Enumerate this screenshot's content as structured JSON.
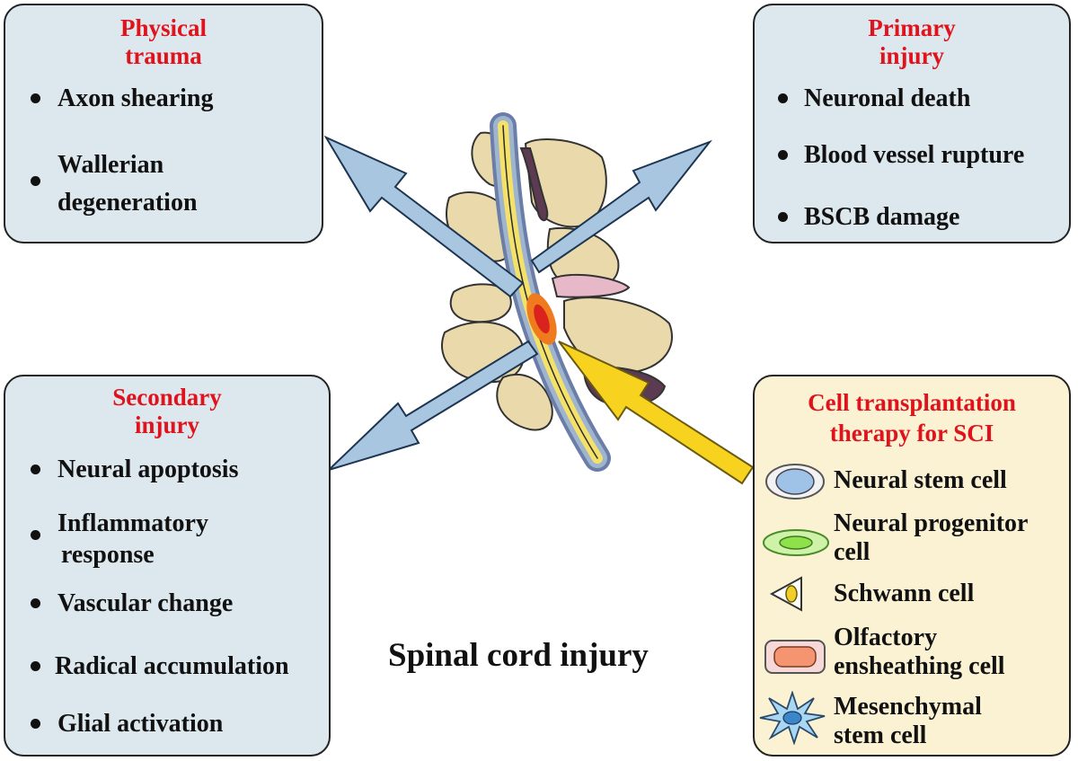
{
  "center_title": "Spinal cord injury",
  "panels": {
    "physical_trauma": {
      "title_lines": [
        "Physical",
        "trauma"
      ],
      "items": [
        {
          "lines": [
            "Axon shearing"
          ]
        },
        {
          "lines": [
            "Wallerian",
            "degeneration"
          ]
        }
      ]
    },
    "primary_injury": {
      "title_lines": [
        "Primary",
        "injury"
      ],
      "items": [
        {
          "lines": [
            "Neuronal death"
          ]
        },
        {
          "lines": [
            "Blood vessel rupture"
          ]
        },
        {
          "lines": [
            "BSCB damage"
          ]
        }
      ]
    },
    "secondary_injury": {
      "title_lines": [
        "Secondary",
        "injury"
      ],
      "items": [
        {
          "lines": [
            "Neural apoptosis"
          ]
        },
        {
          "lines": [
            "Inflammatory",
            "response"
          ]
        },
        {
          "lines": [
            "Vascular change"
          ]
        },
        {
          "lines": [
            "Radical accumulation"
          ]
        },
        {
          "lines": [
            "Glial activation"
          ]
        }
      ]
    },
    "cell_therapy": {
      "title_lines": [
        "Cell transplantation",
        "therapy for SCI"
      ],
      "cells": [
        {
          "icon": "neural-stem-cell-icon",
          "lines": [
            "Neural stem cell"
          ]
        },
        {
          "icon": "neural-progenitor-cell-icon",
          "lines": [
            "Neural progenitor",
            "cell"
          ]
        },
        {
          "icon": "schwann-cell-icon",
          "lines": [
            "Schwann cell"
          ]
        },
        {
          "icon": "olfactory-ensheathing-cell-icon",
          "lines": [
            "Olfactory",
            "ensheathing cell"
          ]
        },
        {
          "icon": "mesenchymal-stem-cell-icon",
          "lines": [
            "Mesenchymal",
            "stem cell"
          ]
        }
      ]
    }
  },
  "colors": {
    "title_red": "#e0121b",
    "panel_blue": "#dde8ee",
    "panel_cream": "#fbf2d4",
    "arrow_blue": "#a9c6e0",
    "arrow_yellow": "#f7d21e",
    "bone": "#ead9ab"
  }
}
